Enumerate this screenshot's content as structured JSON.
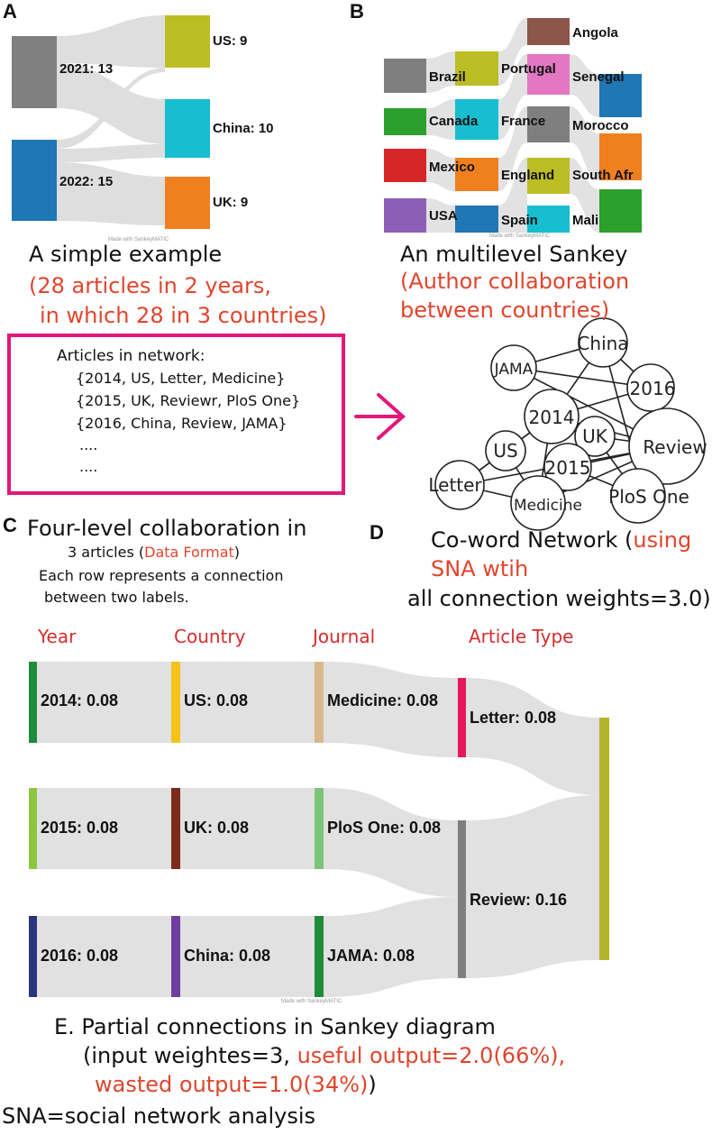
{
  "panels": {
    "a": "A",
    "b": "B",
    "c": "C",
    "d": "D"
  },
  "sankey_a": {
    "nodes": [
      {
        "label": "2021: 13",
        "color": "#808080"
      },
      {
        "label": "2022: 15",
        "color": "#1f77b4"
      },
      {
        "label": "US: 9",
        "color": "#bcbd22"
      },
      {
        "label": "China: 10",
        "color": "#17becf"
      },
      {
        "label": "UK: 9",
        "color": "#f07f1e"
      }
    ],
    "made_with": "Made with SankeyMATIC"
  },
  "caption_a": {
    "line1": "A simple example",
    "line2": "(28 articles in 2 years,",
    "line3": "in which 28 in 3 countries)"
  },
  "sankey_b": {
    "col1": [
      {
        "label": "Brazil",
        "color": "#7f7f7f"
      },
      {
        "label": "Canada",
        "color": "#2ca02c"
      },
      {
        "label": "Mexico",
        "color": "#d62728"
      },
      {
        "label": "USA",
        "color": "#8c5fb4"
      }
    ],
    "col2": [
      {
        "label": "Portugal",
        "color": "#bcbd22"
      },
      {
        "label": "France",
        "color": "#17becf"
      },
      {
        "label": "England",
        "color": "#f07f1e"
      },
      {
        "label": "Spain",
        "color": "#1f77b4"
      }
    ],
    "col3": [
      {
        "label": "Angola",
        "color": "#8c564b"
      },
      {
        "label": "Senegal",
        "color": "#e377c2"
      },
      {
        "label": "Morocco",
        "color": "#7f7f7f"
      },
      {
        "label": "South Afr",
        "color": "#bcbd22"
      },
      {
        "label": "Mali",
        "color": "#17becf"
      }
    ],
    "col4": [
      {
        "color": "#1f77b4"
      },
      {
        "color": "#f07f1e"
      },
      {
        "color": "#2ca02c"
      }
    ],
    "made_with": "Made with SankeyMATIC"
  },
  "caption_b": {
    "line1": "An  multilevel Sankey",
    "line2": "(Author collaboration",
    "line3": "between countries)"
  },
  "data_box": {
    "title": "Articles in network:",
    "rows": [
      "{2014, US, Letter, Medicine}",
      "{2015, UK, Reviewr, PloS One}",
      "{2016, China, Review, JAMA}",
      "....",
      "...."
    ]
  },
  "network": {
    "nodes": [
      "China",
      "JAMA",
      "2016",
      "2014",
      "UK",
      "US",
      "Review",
      "2015",
      "Letter",
      "PloS One",
      "Medicine"
    ]
  },
  "caption_c": {
    "line1": "Four-level collaboration in",
    "line2": "3 articles  (",
    "line2_red": "Data Format",
    ",line2_end": ")",
    "line3": "Each row  represents a connection",
    "line4": "between two labels."
  },
  "caption_d": {
    "line1": "Co-word Network (",
    "line1_red": "using",
    "line2_red": "SNA wtih",
    "line3": "all connection weights=3.0)"
  },
  "sankey_e": {
    "headers": [
      "Year",
      "Country",
      "Journal",
      "Article Type"
    ],
    "nodes": [
      {
        "label": "2014: 0.08",
        "color": "#1e8c3a"
      },
      {
        "label": "2015: 0.08",
        "color": "#8cc63e"
      },
      {
        "label": "2016: 0.08",
        "color": "#2b347e"
      },
      {
        "label": "US: 0.08",
        "color": "#f5c21b"
      },
      {
        "label": "UK: 0.08",
        "color": "#7b2a1c"
      },
      {
        "label": "China: 0.08",
        "color": "#6f3fa0"
      },
      {
        "label": "Medicine: 0.08",
        "color": "#d9b98a"
      },
      {
        "label": "PloS One: 0.08",
        "color": "#7cc47a"
      },
      {
        "label": "JAMA: 0.08",
        "color": "#1e8c3a"
      },
      {
        "label": "Letter: 0.08",
        "color": "#e5185f"
      },
      {
        "label": "Review: 0.16",
        "color": "#7f7f7f"
      },
      {
        "label": "",
        "color": "#b5b52a"
      }
    ],
    "made_with": "Made with SankeyMATIC"
  },
  "caption_e": {
    "line1": "E. Partial connections in Sankey diagram",
    "line2": "(input weightes=3, ",
    "line2_red": "useful  output=2.0(66%),",
    "line3_red": "wasted output=1.0(34%)",
    "line3_end": ")"
  },
  "footnote": "SNA=social network analysis"
}
